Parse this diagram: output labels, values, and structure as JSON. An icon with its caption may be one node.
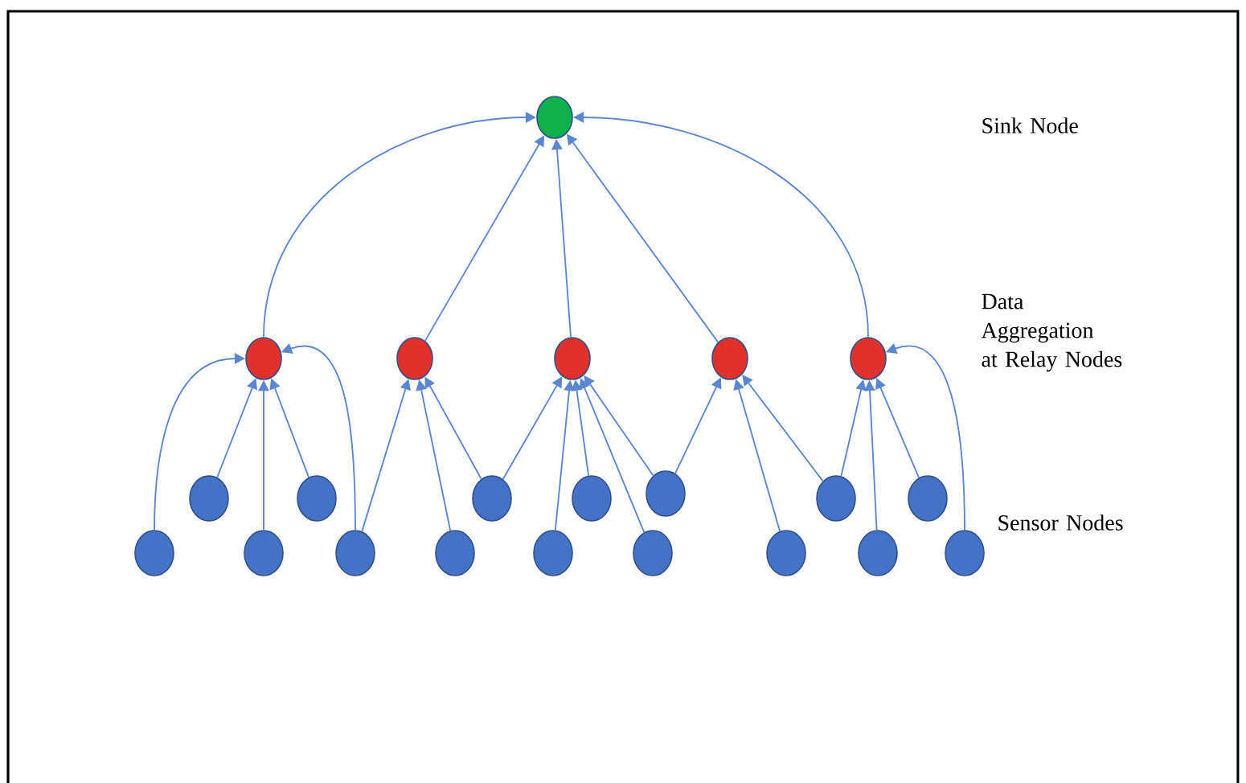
{
  "diagram": {
    "nodes": [
      {
        "text": [],
        "shape": "circle"
      },
      {
        "text": [],
        "shape": "circle"
      },
      {
        "text": [],
        "shape": "circle"
      },
      {
        "text": [],
        "shape": "circle"
      },
      {
        "text": [],
        "shape": "circle"
      },
      {
        "text": [],
        "shape": "circle"
      },
      {
        "text": [],
        "shape": "circle"
      },
      {
        "text": [],
        "shape": "circle"
      },
      {
        "text": [],
        "shape": "circle"
      },
      {
        "text": [],
        "shape": "circle"
      },
      {
        "text": [],
        "shape": "circle"
      },
      {
        "text": [],
        "shape": "circle"
      },
      {
        "text": [],
        "shape": "circle"
      },
      {
        "text": [],
        "shape": "circle"
      },
      {
        "text": [],
        "shape": "circle"
      },
      {
        "text": [],
        "shape": "circle"
      },
      {
        "text": [],
        "shape": "circle"
      },
      {
        "text": [],
        "shape": "circle"
      },
      {
        "text": [],
        "shape": "circle"
      },
      {
        "text": [],
        "shape": "circle"
      },
      {
        "text": [],
        "shape": "circle"
      },
      {
        "text": [],
        "shape": "circle"
      }
    ],
    "edges": [
      {
        "from": 1,
        "to": 0,
        "arrow": "to"
      },
      {
        "from": 2,
        "to": 0,
        "arrow": "to"
      },
      {
        "from": 3,
        "to": 0,
        "arrow": "to"
      },
      {
        "from": 4,
        "to": 0,
        "arrow": "to"
      },
      {
        "from": 5,
        "to": 0,
        "arrow": "to"
      },
      {
        "from": 6,
        "to": 1,
        "arrow": "to"
      },
      {
        "from": 7,
        "to": 1,
        "arrow": "to"
      },
      {
        "from": 8,
        "to": 1,
        "arrow": "to"
      },
      {
        "from": 9,
        "to": 1,
        "arrow": "to"
      },
      {
        "from": 10,
        "to": 1,
        "arrow": "to"
      },
      {
        "from": 10,
        "to": 2,
        "arrow": "to"
      },
      {
        "from": 11,
        "to": 2,
        "arrow": "to"
      },
      {
        "from": 12,
        "to": 2,
        "arrow": "to"
      },
      {
        "from": 12,
        "to": 3,
        "arrow": "to"
      },
      {
        "from": 13,
        "to": 3,
        "arrow": "to"
      },
      {
        "from": 14,
        "to": 3,
        "arrow": "to"
      },
      {
        "from": 15,
        "to": 3,
        "arrow": "to"
      },
      {
        "from": 16,
        "to": 3,
        "arrow": "to"
      },
      {
        "from": 16,
        "to": 4,
        "arrow": "to"
      },
      {
        "from": 17,
        "to": 4,
        "arrow": "to"
      },
      {
        "from": 18,
        "to": 4,
        "arrow": "to"
      },
      {
        "from": 18,
        "to": 5,
        "arrow": "to"
      },
      {
        "from": 19,
        "to": 5,
        "arrow": "to"
      },
      {
        "from": 20,
        "to": 5,
        "arrow": "to"
      },
      {
        "from": 21,
        "to": 5,
        "arrow": "to"
      }
    ],
    "labels": [
      "Sink Node",
      "Data Aggregation at Relay Nodes",
      "Sensor Nodes"
    ]
  }
}
